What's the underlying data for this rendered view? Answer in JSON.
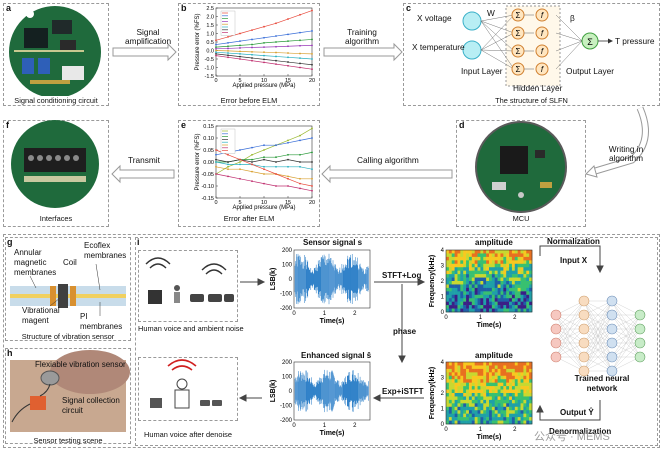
{
  "panels": {
    "a": {
      "letter": "a",
      "caption": "Signal conditioning circuit"
    },
    "b": {
      "letter": "b",
      "caption": "Error before ELM"
    },
    "c": {
      "letter": "c",
      "caption": "The structure of SLFN",
      "inputs": [
        "X voltage",
        "X temperature"
      ],
      "input_layer": "Input Layer",
      "hidden_layer": "Hidden Layer",
      "output_layer": "Output Layer",
      "output": "T pressure",
      "w": "W",
      "beta": "β",
      "sum": "Σ",
      "f": "f"
    },
    "d": {
      "letter": "d",
      "caption": "MCU"
    },
    "e": {
      "letter": "e",
      "caption": "Error after ELM"
    },
    "f": {
      "letter": "f",
      "caption": "Interfaces"
    },
    "g": {
      "letter": "g",
      "caption": "Structure of vibration sensor",
      "labels": [
        "Annular magnetic membranes",
        "Coil",
        "Ecoflex membranes",
        "Vibrational magent",
        "PI membranes"
      ]
    },
    "h": {
      "letter": "h",
      "caption": "Sensor testing scene",
      "labels": [
        "Flexiable vibration sensor",
        "Signal collection circuit"
      ]
    },
    "i": {
      "letter": "i",
      "noisy_caption": "Human voice and ambient noise",
      "clean_caption": "Human voice after denoise",
      "sensor_title": "Sensor signal s",
      "enhanced_title": "Enhanced signal ŝ",
      "amplitude": "amplitude",
      "stft": "STFT+Log",
      "phase": "phase",
      "istft": "Exp+iSTFT",
      "normalization": "Normalization",
      "input_x": "Input X",
      "trained": "Trained neural network",
      "output_y": "Output Ŷ",
      "denormalization": "Denormalization"
    }
  },
  "arrows": {
    "a_b": "Signal amplification",
    "b_c": "Training algorithm",
    "c_d": "Writing in algorithm",
    "d_e": "Calling algorithm",
    "e_f": "Transmit"
  },
  "watermark": "公众号 · MEMS",
  "chart_data": [
    {
      "type": "line",
      "panel": "b",
      "xlabel": "Applied pressure (MPa)",
      "ylabel": "Pressure error (%FS)",
      "xticks": [
        0,
        5,
        10,
        15,
        20
      ],
      "yticks": [
        2.5,
        2.0,
        1.5,
        1.0,
        0.5,
        0.0,
        -0.5,
        -1.0,
        -1.5
      ],
      "xlim": [
        0,
        20
      ],
      "ylim": [
        -1.5,
        2.5
      ],
      "x": [
        0,
        2.5,
        5,
        7.5,
        10,
        12.5,
        15,
        17.5,
        20
      ],
      "series": [
        {
          "color": "#e8483a",
          "values": [
            0.6,
            0.8,
            1.0,
            1.2,
            1.4,
            1.6,
            1.85,
            2.1,
            2.35
          ]
        },
        {
          "color": "#3a6fd8",
          "values": [
            0.35,
            0.45,
            0.55,
            0.65,
            0.75,
            0.85,
            0.95,
            1.05,
            1.15
          ]
        },
        {
          "color": "#2a9a3a",
          "values": [
            0.2,
            0.25,
            0.3,
            0.35,
            0.45,
            0.5,
            0.55,
            0.6,
            0.65
          ]
        },
        {
          "color": "#9a3ab8",
          "values": [
            0.1,
            0.12,
            0.15,
            0.18,
            0.2,
            0.22,
            0.25,
            0.28,
            0.3
          ]
        },
        {
          "color": "#d8a030",
          "values": [
            0.0,
            -0.02,
            -0.05,
            -0.08,
            -0.1,
            -0.12,
            -0.15,
            -0.18,
            -0.2
          ]
        },
        {
          "color": "#2ab0c0",
          "values": [
            -0.1,
            -0.15,
            -0.2,
            -0.25,
            -0.3,
            -0.35,
            -0.4,
            -0.45,
            -0.5
          ]
        },
        {
          "color": "#333333",
          "values": [
            -0.2,
            -0.28,
            -0.36,
            -0.44,
            -0.52,
            -0.6,
            -0.68,
            -0.76,
            -0.84
          ]
        },
        {
          "color": "#c03070",
          "values": [
            -0.3,
            -0.4,
            -0.5,
            -0.6,
            -0.7,
            -0.8,
            -0.9,
            -1.0,
            -1.1
          ]
        }
      ]
    },
    {
      "type": "line",
      "panel": "e",
      "xlabel": "Applied pressure (MPa)",
      "ylabel": "Pressure error (%FS)",
      "xticks": [
        0,
        5,
        10,
        15,
        20
      ],
      "yticks": [
        0.15,
        0.1,
        0.05,
        0.0,
        -0.05,
        -0.1,
        -0.15
      ],
      "xlim": [
        0,
        20
      ],
      "ylim": [
        -0.15,
        0.15
      ],
      "x": [
        0,
        2.5,
        5,
        7.5,
        10,
        12.5,
        15,
        17.5,
        20
      ],
      "series": [
        {
          "color": "#9ab830",
          "values": [
            -0.05,
            -0.02,
            0.0,
            0.03,
            0.05,
            0.07,
            0.09,
            0.11,
            0.14
          ]
        },
        {
          "color": "#3a6fd8",
          "values": [
            0.03,
            0.04,
            0.05,
            0.06,
            0.07,
            0.07,
            0.08,
            0.09,
            0.1
          ]
        },
        {
          "color": "#2a9a3a",
          "values": [
            0.0,
            0.0,
            0.01,
            0.01,
            0.02,
            0.02,
            0.03,
            0.03,
            0.04
          ]
        },
        {
          "color": "#333333",
          "values": [
            0.01,
            0.0,
            0.01,
            0.0,
            0.01,
            0.0,
            0.01,
            0.0,
            0.0
          ]
        },
        {
          "color": "#2ab0c0",
          "values": [
            0.0,
            -0.01,
            -0.01,
            -0.01,
            -0.02,
            -0.02,
            -0.02,
            -0.02,
            -0.03
          ]
        },
        {
          "color": "#d8a030",
          "values": [
            -0.02,
            -0.03,
            -0.03,
            -0.04,
            -0.05,
            -0.05,
            -0.06,
            -0.07,
            -0.07
          ]
        },
        {
          "color": "#c03070",
          "values": [
            -0.05,
            -0.06,
            -0.07,
            -0.08,
            -0.09,
            -0.1,
            -0.1,
            -0.11,
            -0.12
          ]
        },
        {
          "color": "#e8483a",
          "values": [
            0.05,
            0.03,
            0.01,
            -0.01,
            -0.03,
            -0.05,
            -0.07,
            -0.09,
            -0.1
          ]
        }
      ]
    },
    {
      "type": "line",
      "panel": "i-sensor",
      "xlabel": "Time(s)",
      "ylabel": "LSB(k)",
      "xticks": [
        0,
        1.0,
        2.0
      ],
      "yticks": [
        200,
        100,
        0,
        -100,
        -200
      ],
      "xlim": [
        0,
        2.5
      ],
      "ylim": [
        -200,
        200
      ]
    },
    {
      "type": "line",
      "panel": "i-enhanced",
      "xlabel": "Time(s)",
      "ylabel": "LSB(k)",
      "xticks": [
        0,
        1.0,
        2.0
      ],
      "yticks": [
        200,
        100,
        0,
        -100,
        -200
      ],
      "xlim": [
        0,
        2.5
      ],
      "ylim": [
        -200,
        200
      ]
    },
    {
      "type": "heatmap",
      "panel": "i-amp1",
      "title": "amplitude",
      "xlabel": "Time(s)",
      "ylabel": "Frequency(kHz)",
      "xticks": [
        0,
        1.0,
        2.0
      ],
      "yticks": [
        4,
        3,
        2,
        1,
        0
      ],
      "xlim": [
        0,
        2.5
      ],
      "ylim": [
        0,
        4
      ]
    },
    {
      "type": "heatmap",
      "panel": "i-amp2",
      "title": "amplitude",
      "xlabel": "Time(s)",
      "ylabel": "Frequency(kHz)",
      "xticks": [
        0,
        1.0,
        2.0
      ],
      "yticks": [
        4,
        3,
        2,
        1,
        0
      ],
      "xlim": [
        0,
        2.5
      ],
      "ylim": [
        0,
        4
      ]
    }
  ]
}
